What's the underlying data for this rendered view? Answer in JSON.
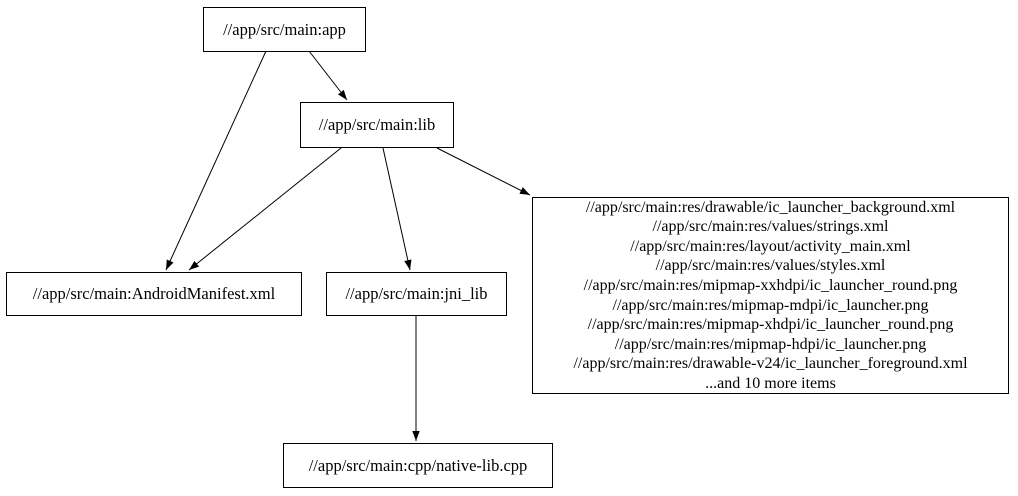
{
  "graph": {
    "colors": {
      "background": "#ffffff",
      "node_fill": "#ffffff",
      "node_border": "#000000",
      "edge": "#000000",
      "text": "#000000"
    },
    "nodes": {
      "app": {
        "label": "//app/src/main:app"
      },
      "lib": {
        "label": "//app/src/main:lib"
      },
      "android_manifest": {
        "label": "//app/src/main:AndroidManifest.xml"
      },
      "jni_lib": {
        "label": "//app/src/main:jni_lib"
      },
      "resources": {
        "lines": [
          "//app/src/main:res/drawable/ic_launcher_background.xml",
          "//app/src/main:res/values/strings.xml",
          "//app/src/main:res/layout/activity_main.xml",
          "//app/src/main:res/values/styles.xml",
          "//app/src/main:res/mipmap-xxhdpi/ic_launcher_round.png",
          "//app/src/main:res/mipmap-mdpi/ic_launcher.png",
          "//app/src/main:res/mipmap-xhdpi/ic_launcher_round.png",
          "//app/src/main:res/mipmap-hdpi/ic_launcher.png",
          "//app/src/main:res/drawable-v24/ic_launcher_foreground.xml",
          "...and 10 more items"
        ]
      },
      "native_cpp": {
        "label": "//app/src/main:cpp/native-lib.cpp"
      }
    },
    "edges": [
      {
        "from": "app",
        "to": "lib"
      },
      {
        "from": "app",
        "to": "android_manifest"
      },
      {
        "from": "lib",
        "to": "android_manifest"
      },
      {
        "from": "lib",
        "to": "jni_lib"
      },
      {
        "from": "lib",
        "to": "resources"
      },
      {
        "from": "jni_lib",
        "to": "native_cpp"
      }
    ]
  }
}
